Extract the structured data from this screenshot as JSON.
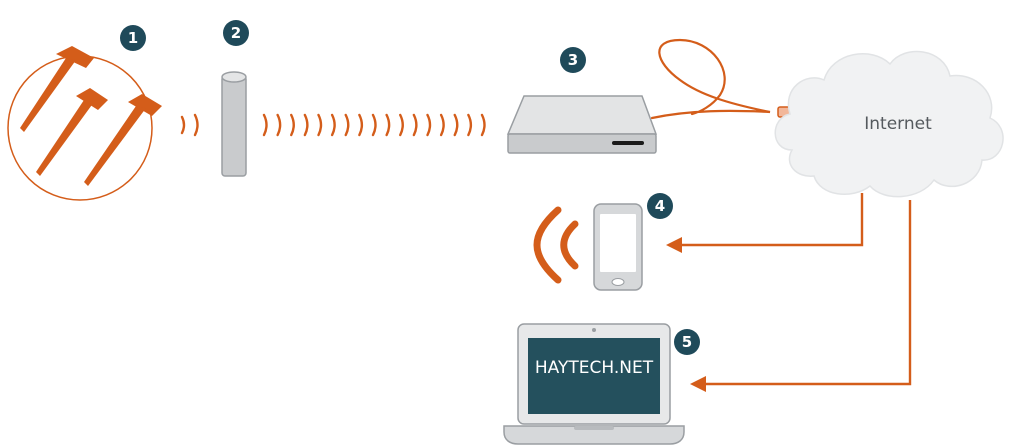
{
  "steps": [
    {
      "number": "1",
      "component": "soil-sensor-probes"
    },
    {
      "number": "2",
      "component": "wireless-transmitter"
    },
    {
      "number": "3",
      "component": "base-station"
    },
    {
      "number": "4",
      "component": "smartphone"
    },
    {
      "number": "5",
      "component": "laptop"
    }
  ],
  "cloud": {
    "label": "Internet"
  },
  "laptop": {
    "screen_text": "HAYTECH.NET"
  },
  "colors": {
    "accent": "#d45d1a",
    "badge": "#1f4a5a",
    "device_gray": "#c9cbcd",
    "device_outline": "#9a9ea2",
    "cloud_fill": "#f1f2f3",
    "screen": "#24505d",
    "text_gray": "#555a5e"
  },
  "icons": {
    "probes": "sensor-probe-icon",
    "transmitter": "transmitter-icon",
    "base_station": "router-icon",
    "cloud": "cloud-icon",
    "phone": "smartphone-icon",
    "laptop": "laptop-icon",
    "signal": "wireless-signal-icon"
  }
}
